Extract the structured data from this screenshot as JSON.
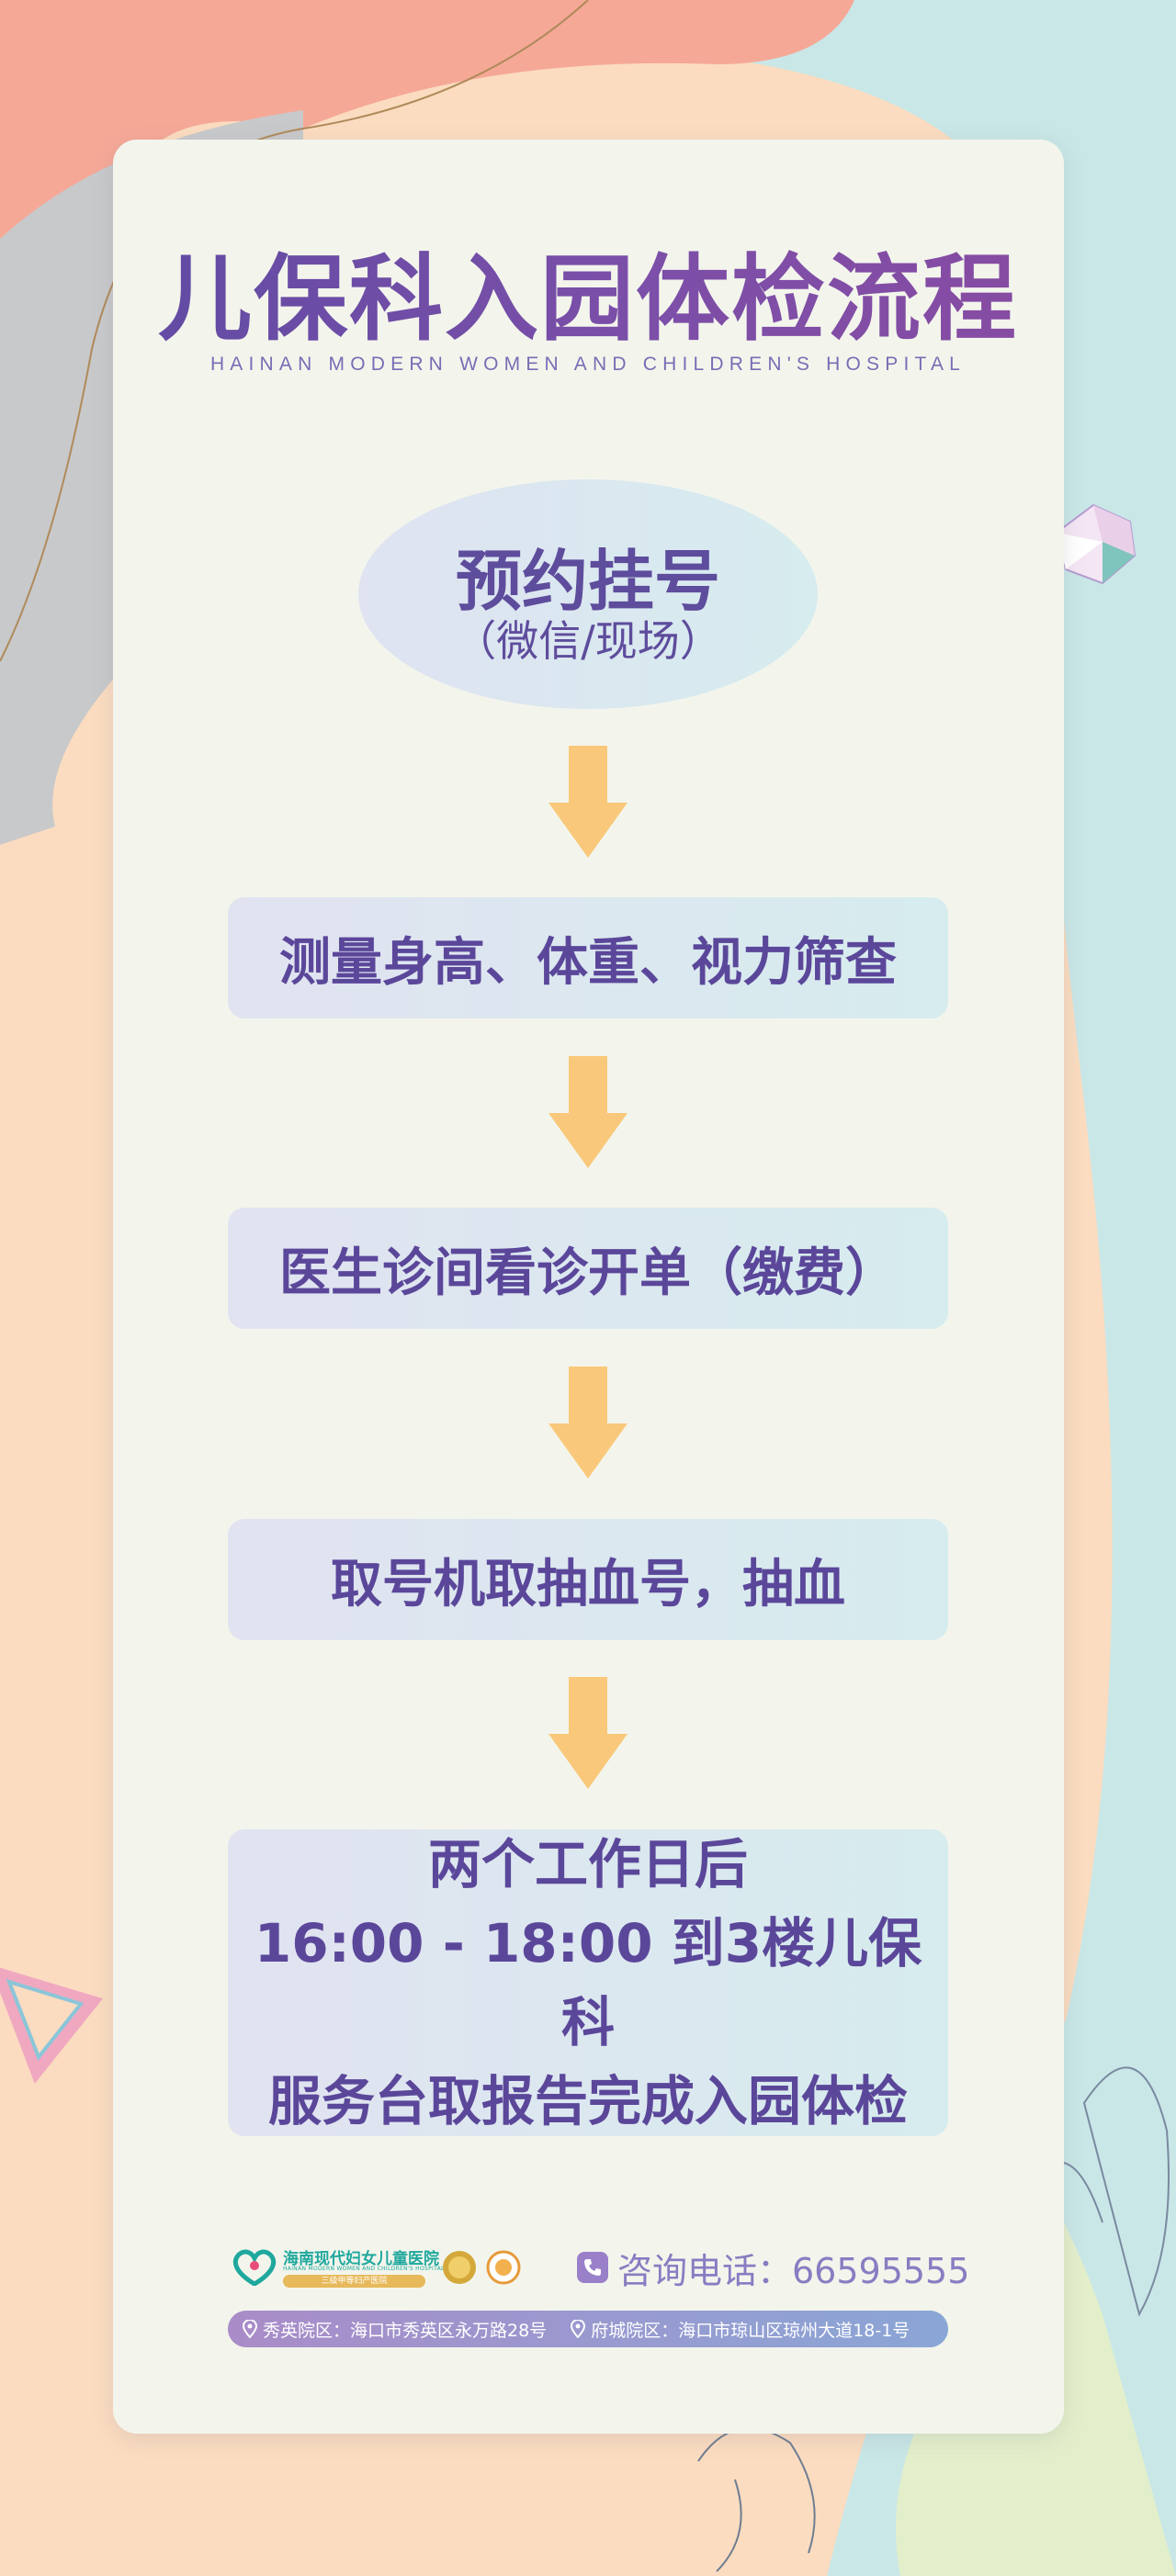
{
  "poster": {
    "title": "儿保科入园体检流程",
    "subtitle": "HAINAN MODERN WOMEN AND CHILDREN'S HOSPITAL"
  },
  "steps": {
    "start_line1": "预约挂号",
    "start_line2": "（微信/现场）",
    "step1": "测量身高、体重、视力筛查",
    "step2": "医生诊间看诊开单（缴费）",
    "step3": "取号机取抽血号，抽血",
    "final_line1": "两个工作日后",
    "final_line2": "16:00 - 18:00 到3楼儿保科",
    "final_line3": "服务台取报告完成入园体检"
  },
  "footer": {
    "hospital_name": "海南现代妇女儿童医院",
    "hospital_name_en": "HAINAN MODERN WOMEN AND CHILDREN'S HOSPITAL",
    "hospital_tag": "三级甲等妇产医院",
    "phone_text": "咨询电话：66595555",
    "address1": "秀英院区：海口市秀英区永万路28号",
    "address2": "府城院区：海口市琼山区琼州大道18-1号"
  },
  "colors": {
    "primary_purple": "#5b479a",
    "arrow_orange": "#f9c87a",
    "card_bg": "#f3f5ec",
    "teal": "#1fa89d"
  },
  "icons": [
    "phone-icon",
    "location-pin-icon",
    "down-arrow-icon",
    "hospital-logo-icon",
    "award-medal-icon"
  ]
}
